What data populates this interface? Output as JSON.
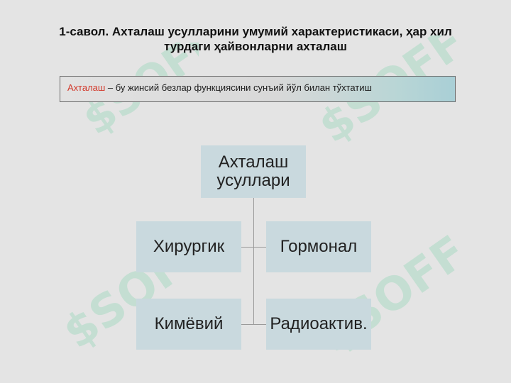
{
  "title_line1": "1-савол. Ахталаш усулларини умумий характеристикаси, ҳар хил",
  "title_line2": "турдаги ҳайвонларни ахталаш",
  "definition": {
    "term": "Ахталаш",
    "text": " – бу жинсий безлар функциясини сунъий йўл билан тўхтатиш"
  },
  "diagram": {
    "root_line1": "Ахталаш",
    "root_line2": "усуллари",
    "methods": [
      "Хирургик",
      "Гормонал",
      "Кимёвий",
      "Радиоактив."
    ]
  },
  "watermark": {
    "text": "SOFF",
    "color": "#27c27a"
  }
}
